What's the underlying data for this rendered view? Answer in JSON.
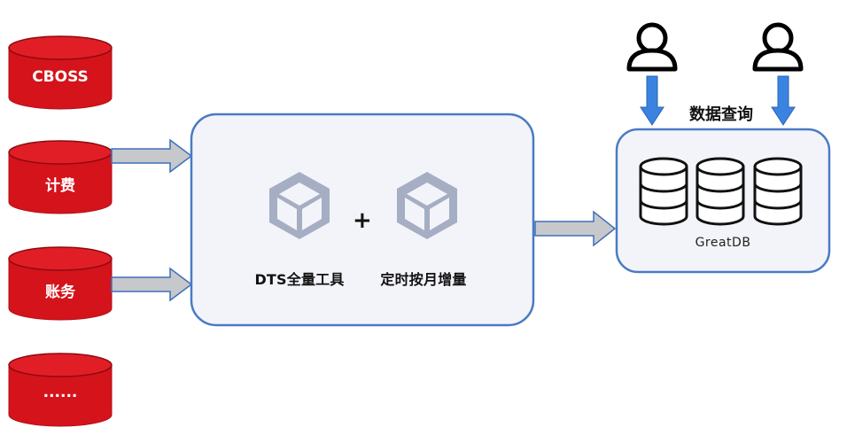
{
  "sources": [
    {
      "id": "cboss",
      "label": "CBOSS"
    },
    {
      "id": "billing",
      "label": "计费"
    },
    {
      "id": "accounts",
      "label": "账务"
    },
    {
      "id": "more",
      "label": "......"
    }
  ],
  "process": {
    "left_tool_label": "DTS全量工具",
    "plus_sign": "+",
    "right_tool_label": "定时按月增量",
    "icon": "cube-icon"
  },
  "target": {
    "label": "GreatDB",
    "icon": "database-stack-icon"
  },
  "query": {
    "label": "数据查询",
    "icon": "user-icon"
  },
  "colors": {
    "source_red": "#d4131b",
    "source_red_dark": "#a80e14",
    "box_border": "#4a7ac4",
    "box_fill": "#f3f4f9",
    "arrow_gray": "#c7c8cc",
    "arrow_blue": "#3b83e0",
    "cube_gray": "#a6aec4"
  }
}
